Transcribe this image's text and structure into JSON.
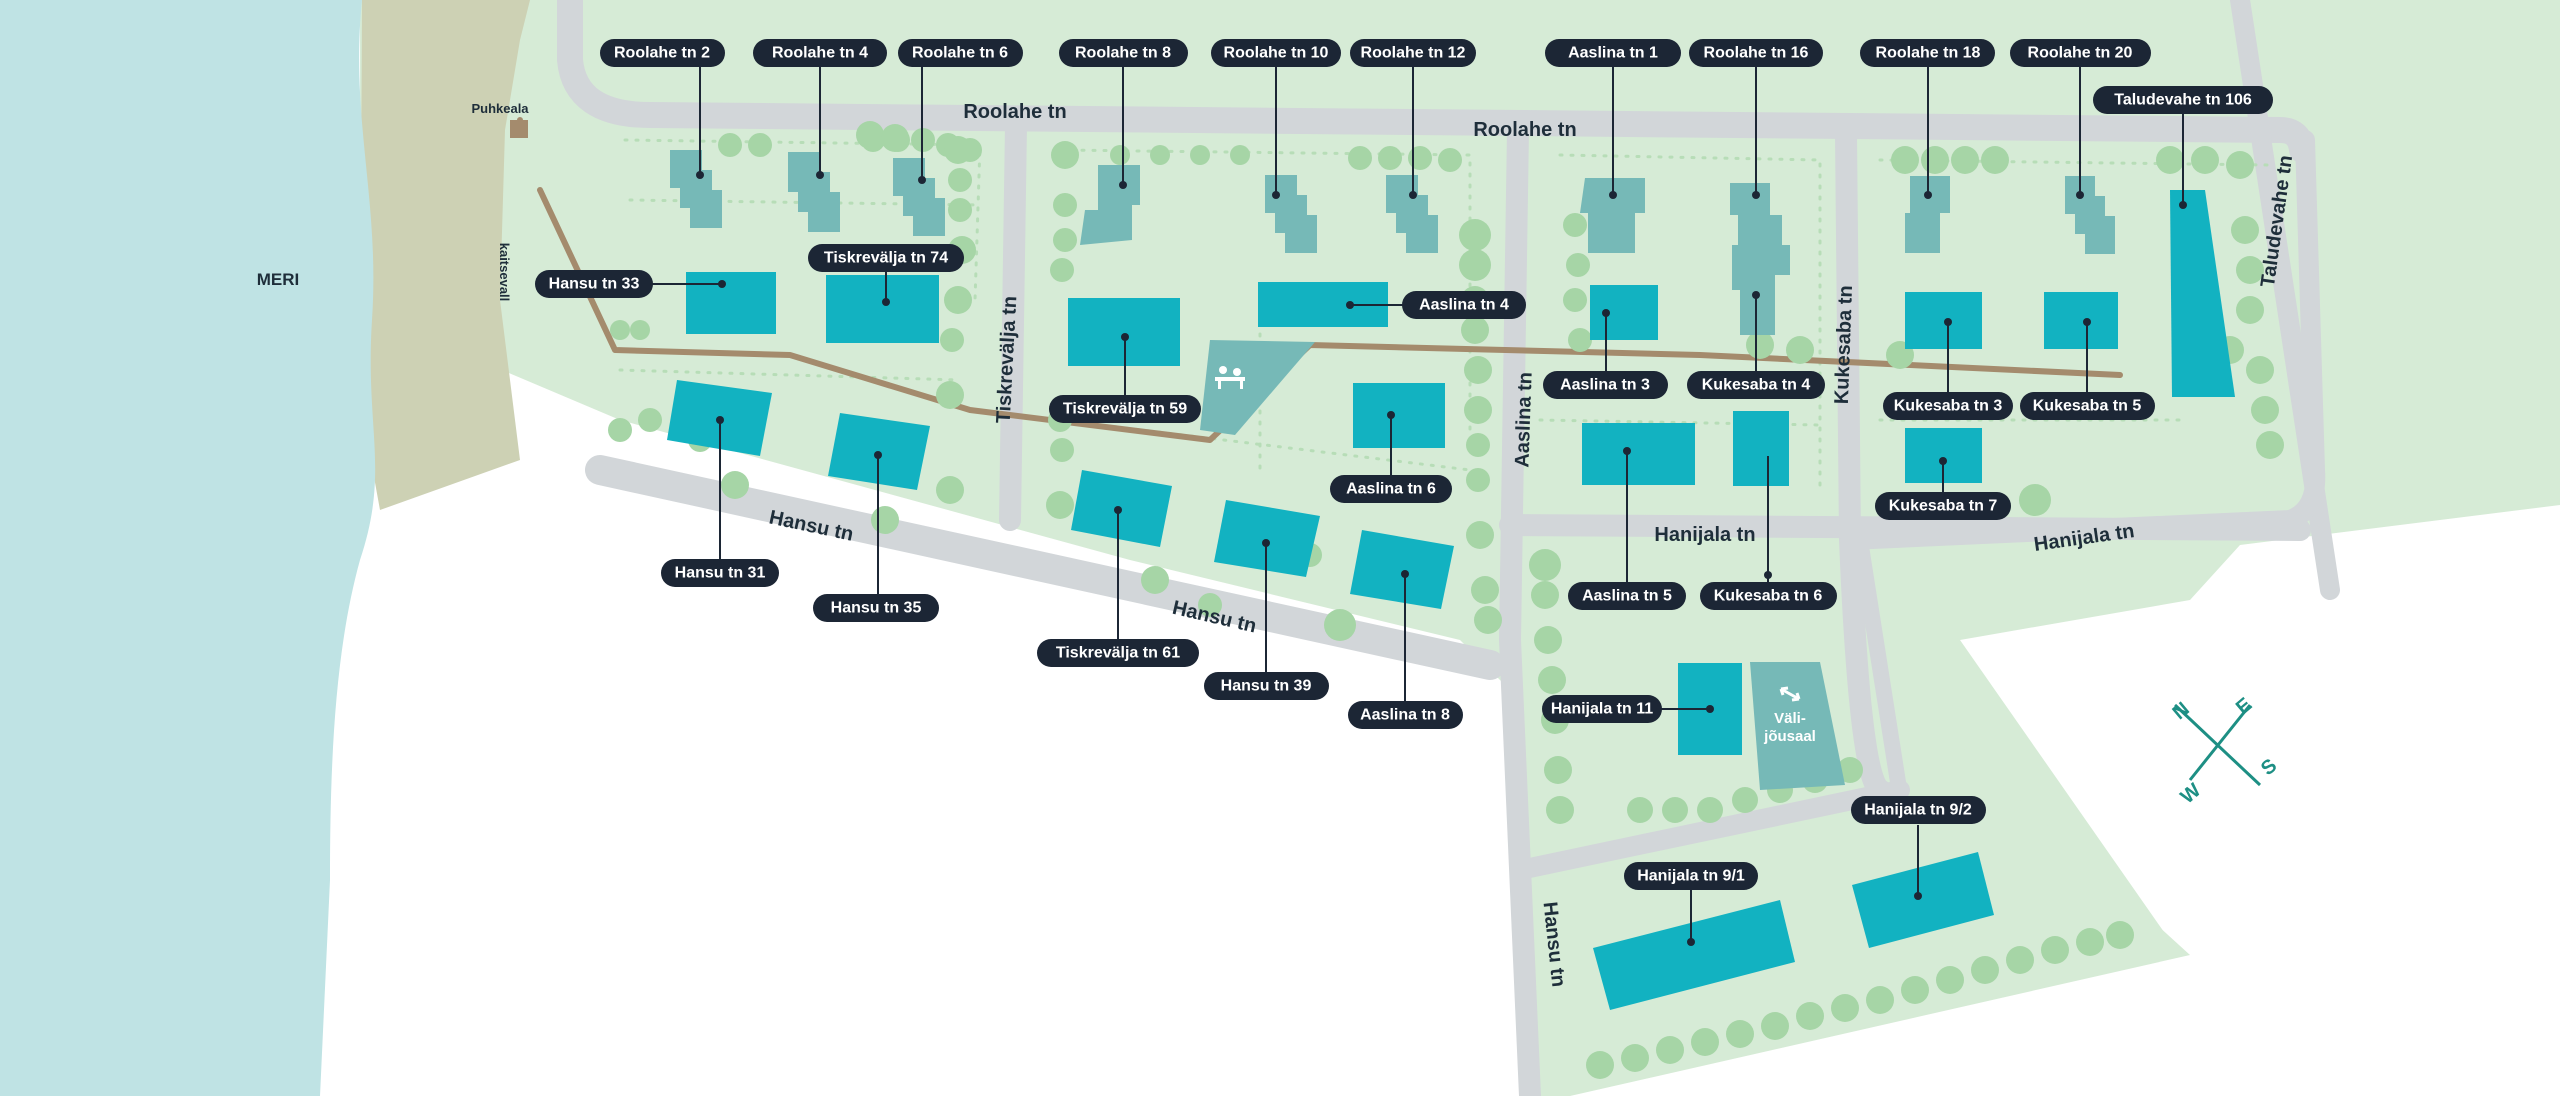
{
  "sea_label": "MERI",
  "rest_area_label": "Puhkeala",
  "embankment_label": "kaitsevall",
  "playground_icon": "playground-icon",
  "gym": {
    "line1": "Väli-",
    "line2": "jõusaal",
    "icon": "gym-arrows-icon"
  },
  "compass": {
    "n": "N",
    "e": "E",
    "s": "S",
    "w": "W"
  },
  "colors": {
    "sea": "#bfe3e4",
    "sand": "#cdd1b4",
    "land": "#d6ebd6",
    "road": "#d2d6d9",
    "new_building": "#12b2c1",
    "existing_building": "#76b9b7",
    "walkway": "#a48b6d",
    "label_bg": "#1c2635"
  },
  "streets": {
    "roolahe_1": "Roolahe tn",
    "roolahe_2": "Roolahe tn",
    "tiskrevalja": "Tiskrevälja tn",
    "aaslina": "Aaslina tn",
    "kukesaba": "Kukesaba tn",
    "taludevahe": "Taludevahe tn",
    "hansu_1": "Hansu tn",
    "hansu_2": "Hansu tn",
    "hansu_3": "Hansu tn",
    "hanijala_1": "Hanijala tn",
    "hanijala_2": "Hanijala tn"
  },
  "labels": {
    "roolahe2": "Roolahe tn 2",
    "roolahe4": "Roolahe tn 4",
    "roolahe6": "Roolahe tn 6",
    "roolahe8": "Roolahe tn 8",
    "roolahe10": "Roolahe tn 10",
    "roolahe12": "Roolahe tn 12",
    "aaslina1": "Aaslina tn 1",
    "roolahe16": "Roolahe tn 16",
    "roolahe18": "Roolahe tn 18",
    "roolahe20": "Roolahe tn 20",
    "taludevahe106": "Taludevahe tn 106",
    "hansu33": "Hansu tn 33",
    "tiskrevalja74": "Tiskrevälja tn 74",
    "aaslina4": "Aaslina tn 4",
    "tiskrevalja59": "Tiskrevälja tn 59",
    "aaslina3": "Aaslina tn 3",
    "kukesaba4": "Kukesaba tn 4",
    "kukesaba3": "Kukesaba tn 3",
    "kukesaba5": "Kukesaba tn 5",
    "aaslina6": "Aaslina tn 6",
    "kukesaba7": "Kukesaba tn 7",
    "hansu31": "Hansu tn 31",
    "hansu35": "Hansu tn 35",
    "aaslina5": "Aaslina tn 5",
    "kukesaba6": "Kukesaba tn 6",
    "tiskrevalja61": "Tiskrevälja tn 61",
    "hansu39": "Hansu tn 39",
    "aaslina8": "Aaslina tn 8",
    "hanijala11": "Hanijala tn 11",
    "hanijala92": "Hanijala tn 9/2",
    "hanijala91": "Hanijala tn 9/1"
  }
}
